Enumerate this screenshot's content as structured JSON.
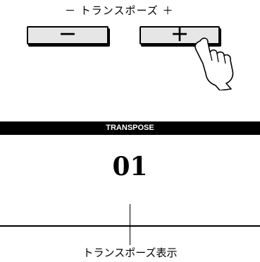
{
  "transpose_label": "－ トランスポーズ ＋",
  "buttons": {
    "minus_label": "－",
    "plus_label": "＋"
  },
  "display": {
    "header": "TRANSPOSE",
    "value": "01"
  },
  "callout": "トランスポーズ表示",
  "icons": {
    "hand": "pointing-hand-icon"
  }
}
